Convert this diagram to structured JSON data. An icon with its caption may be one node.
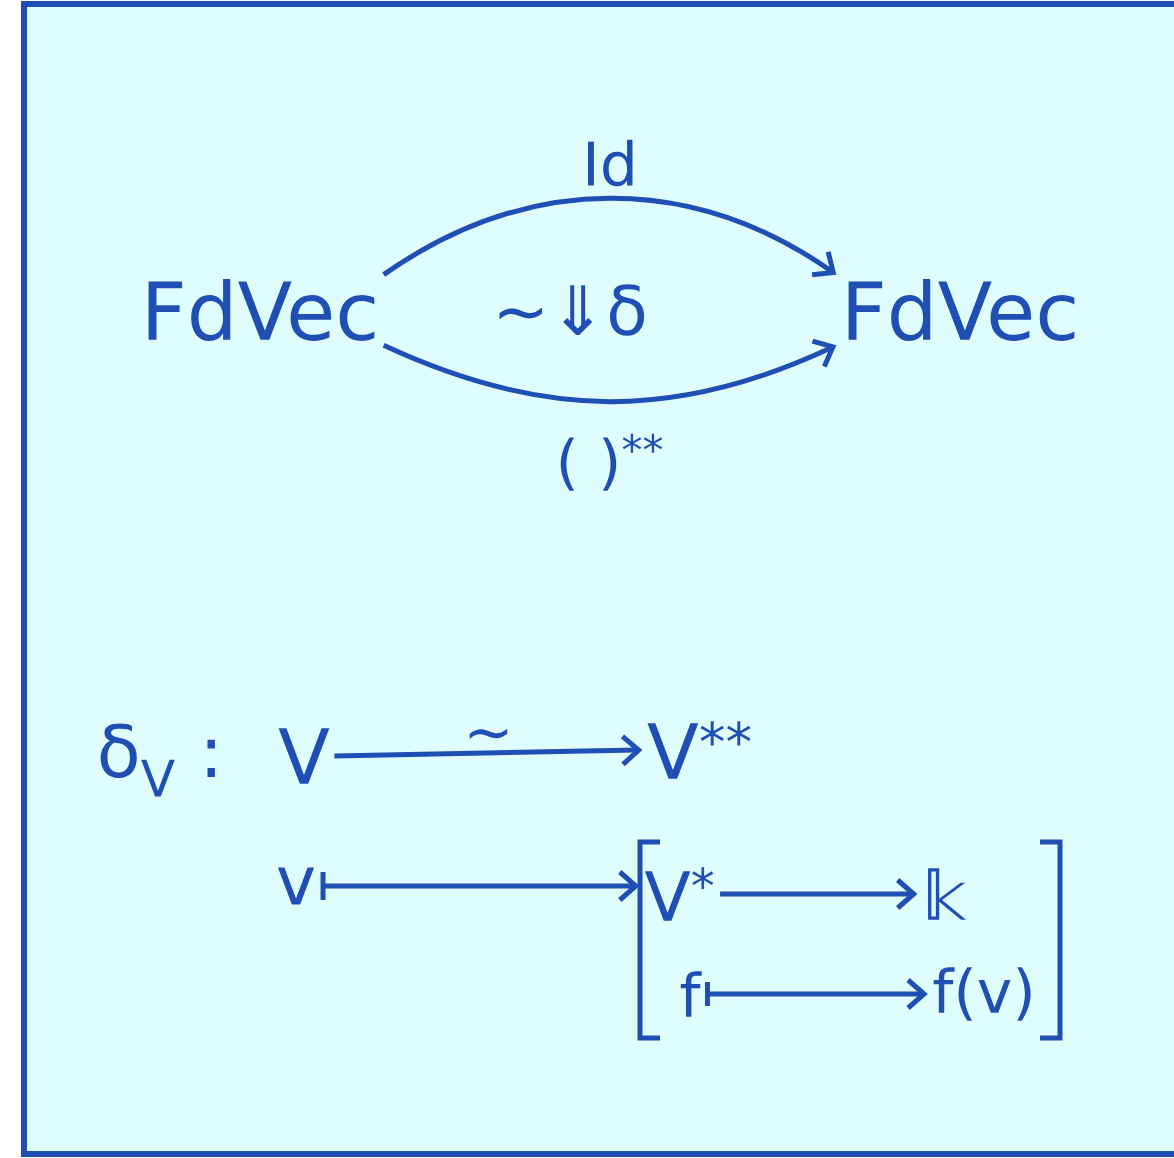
{
  "diagram": {
    "nodes": [
      {
        "text": [
          "FdVec"
        ]
      },
      {
        "text": [
          "FdVec"
        ]
      },
      {
        "text": [
          "V"
        ]
      },
      {
        "text": [
          "V$^{**}$"
        ]
      },
      {
        "text": [
          "v"
        ]
      },
      {
        "text": [],
        "shape": "bracket"
      },
      {
        "text": [
          "V$^{*}$"
        ],
        "in": 5
      },
      {
        "text": [
          "𝕜"
        ],
        "in": 5
      },
      {
        "text": [
          "f"
        ],
        "in": 5
      },
      {
        "text": [
          "f(v)"
        ],
        "in": 5
      }
    ],
    "edges": [
      {
        "from": 0,
        "to": 1,
        "arrow": "to",
        "label": "Id"
      },
      {
        "from": 0,
        "to": 1,
        "arrow": "to",
        "label": "( )$^{**}$"
      },
      {
        "from": 2,
        "to": 3,
        "arrow": "to",
        "label": "~"
      },
      {
        "from": 4,
        "to": 5,
        "arrow": "to"
      },
      {
        "from": 6,
        "to": 7,
        "arrow": "to"
      },
      {
        "from": 8,
        "to": 9,
        "arrow": "to"
      }
    ],
    "labels": [
      "~⇓δ",
      "δ$_{V}$ :"
    ]
  }
}
